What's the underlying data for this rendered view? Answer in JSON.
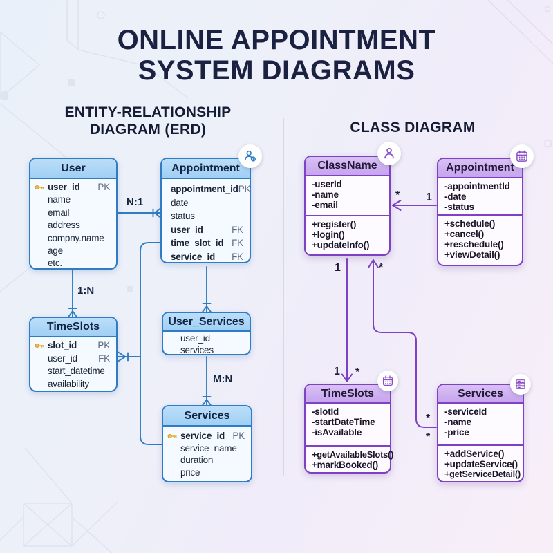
{
  "title": {
    "line1": "ONLINE APPOINTMENT",
    "line2": "SYSTEM DIAGRAMS"
  },
  "erd": {
    "heading1": "ENTITY-RELATIONSHIP",
    "heading2": "DIAGRAM (ERD)",
    "entities": [
      {
        "name": "User",
        "fields": [
          {
            "icon": "key-icon",
            "text": "user_id",
            "tag": "PK"
          },
          {
            "text": "name",
            "tag": ""
          },
          {
            "text": "email",
            "tag": ""
          },
          {
            "text": "address",
            "tag": ""
          },
          {
            "text": "compny.name",
            "tag": ""
          },
          {
            "text": "age",
            "tag": ""
          },
          {
            "text": "etc.",
            "tag": ""
          }
        ]
      },
      {
        "name": "Appointment",
        "icon": "user-gear-icon",
        "fields": [
          {
            "text": "appointment_id",
            "tag": "PK"
          },
          {
            "text": "date",
            "tag": ""
          },
          {
            "text": "status",
            "tag": ""
          },
          {
            "text": "user_id",
            "tag": "FK"
          },
          {
            "text": "time_slot_id",
            "tag": "FK"
          },
          {
            "text": "service_id",
            "tag": "FK"
          }
        ]
      },
      {
        "name": "TimeSlots",
        "fields": [
          {
            "icon": "key-icon",
            "text": "slot_id",
            "tag": "PK"
          },
          {
            "text": "user_id",
            "tag": "FK"
          },
          {
            "text": "start_datetime",
            "tag": ""
          },
          {
            "text": "availability",
            "tag": ""
          }
        ]
      },
      {
        "name": "User_Services",
        "fields": [
          {
            "text": "user_id",
            "tag": ""
          },
          {
            "text": "services",
            "tag": ""
          }
        ]
      },
      {
        "name": "Services",
        "fields": [
          {
            "icon": "key-icon",
            "text": "service_id",
            "tag": "PK"
          },
          {
            "text": "service_name",
            "tag": ""
          },
          {
            "text": "duration",
            "tag": ""
          },
          {
            "text": "price",
            "tag": ""
          }
        ]
      }
    ],
    "relations": [
      {
        "between": "User-Appointment",
        "label": "N:1"
      },
      {
        "between": "User-TimeSlots",
        "label": "1:N"
      },
      {
        "between": "User_Services-Services",
        "label": "M:N"
      }
    ]
  },
  "class_diagram": {
    "heading": "CLASS DIAGRAM",
    "classes": [
      {
        "name": "ClassName",
        "icon": "person-icon",
        "attributes": [
          "-userId",
          "-name",
          "-email"
        ],
        "methods": [
          "+register()",
          "+login()",
          "+updateInfo()"
        ]
      },
      {
        "name": "Appointment",
        "icon": "calendar-icon",
        "attributes": [
          "-appointmentId",
          "-date",
          "-status"
        ],
        "methods": [
          "+schedule()",
          "+cancel()",
          "+reschedule()",
          "+viewDetail()"
        ]
      },
      {
        "name": "TimeSlots",
        "icon": "calendar-icon",
        "attributes": [
          "-slotId",
          "-startDateTime",
          "-isAvailable"
        ],
        "methods": [
          "+getAvailableSlots()",
          "+markBooked()"
        ]
      },
      {
        "name": "Services",
        "icon": "database-icon",
        "attributes": [
          "-serviceId",
          "-name",
          "-price"
        ],
        "methods": [
          "+addService()",
          "+updateService()",
          "+getServiceDetail()"
        ]
      }
    ],
    "multiplicities": {
      "appointment_to_classname": {
        "near_classname": "*",
        "near_appointment": "1"
      },
      "classname_to_timeslots": {
        "near_classname": "1",
        "near_timeslots_one": "1",
        "near_timeslots_many": "*"
      },
      "services_to_classname": {
        "near_classname": "*",
        "near_services_top": "*",
        "near_services_bottom": "*"
      }
    }
  },
  "colors": {
    "erd_accent": "#2e7cc4",
    "erd_header_fill": "#aed5f6",
    "class_accent": "#7e41c4",
    "class_header_fill": "#cdabee",
    "title_color": "#1b2140",
    "key_icon_color": "#f0b434"
  }
}
